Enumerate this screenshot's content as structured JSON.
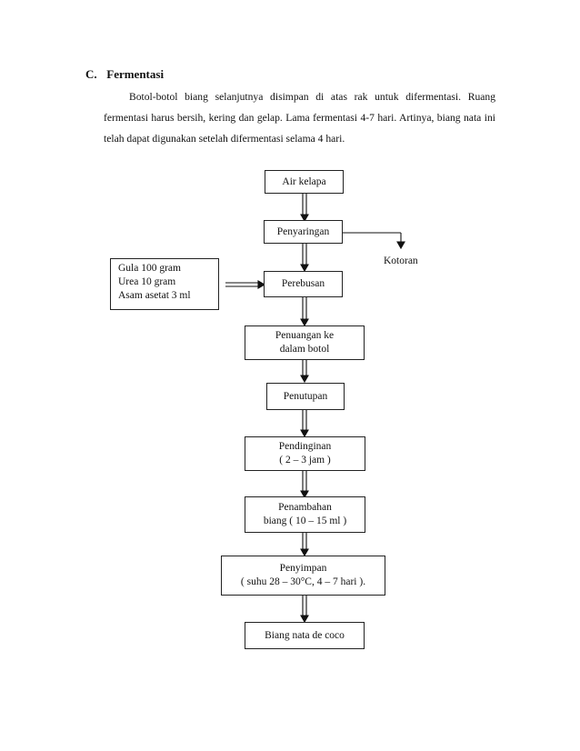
{
  "section": {
    "number": "C.",
    "title": "Fermentasi",
    "paragraph": "Botol-botol biang selanjutnya disimpan di atas rak untuk difermentasi.  Ruang fermentasi harus bersih, kering dan gelap.  Lama fermentasi 4-7 hari.  Artinya, biang nata ini telah dapat digunakan setelah difermentasi selama 4 hari."
  },
  "flow": {
    "steps": [
      {
        "line1": "Air kelapa",
        "line2": ""
      },
      {
        "line1": "Penyaringan",
        "line2": ""
      },
      {
        "line1": "Perebusan",
        "line2": ""
      },
      {
        "line1": "Penuangan ke",
        "line2": "dalam botol"
      },
      {
        "line1": "Penutupan",
        "line2": ""
      },
      {
        "line1": "Pendinginan",
        "line2": "( 2 – 3 jam )"
      },
      {
        "line1": "Penambahan",
        "line2": "biang ( 10 – 15 ml )"
      },
      {
        "line1": "Penyimpan",
        "line2": "( suhu 28 – 30°C, 4 – 7 hari )."
      },
      {
        "line1": "Biang nata de coco",
        "line2": ""
      }
    ],
    "ingredients": [
      "Gula 100 gram",
      "Urea 10 gram",
      "Asam asetat 3 ml"
    ],
    "byproduct": "Kotoran"
  }
}
